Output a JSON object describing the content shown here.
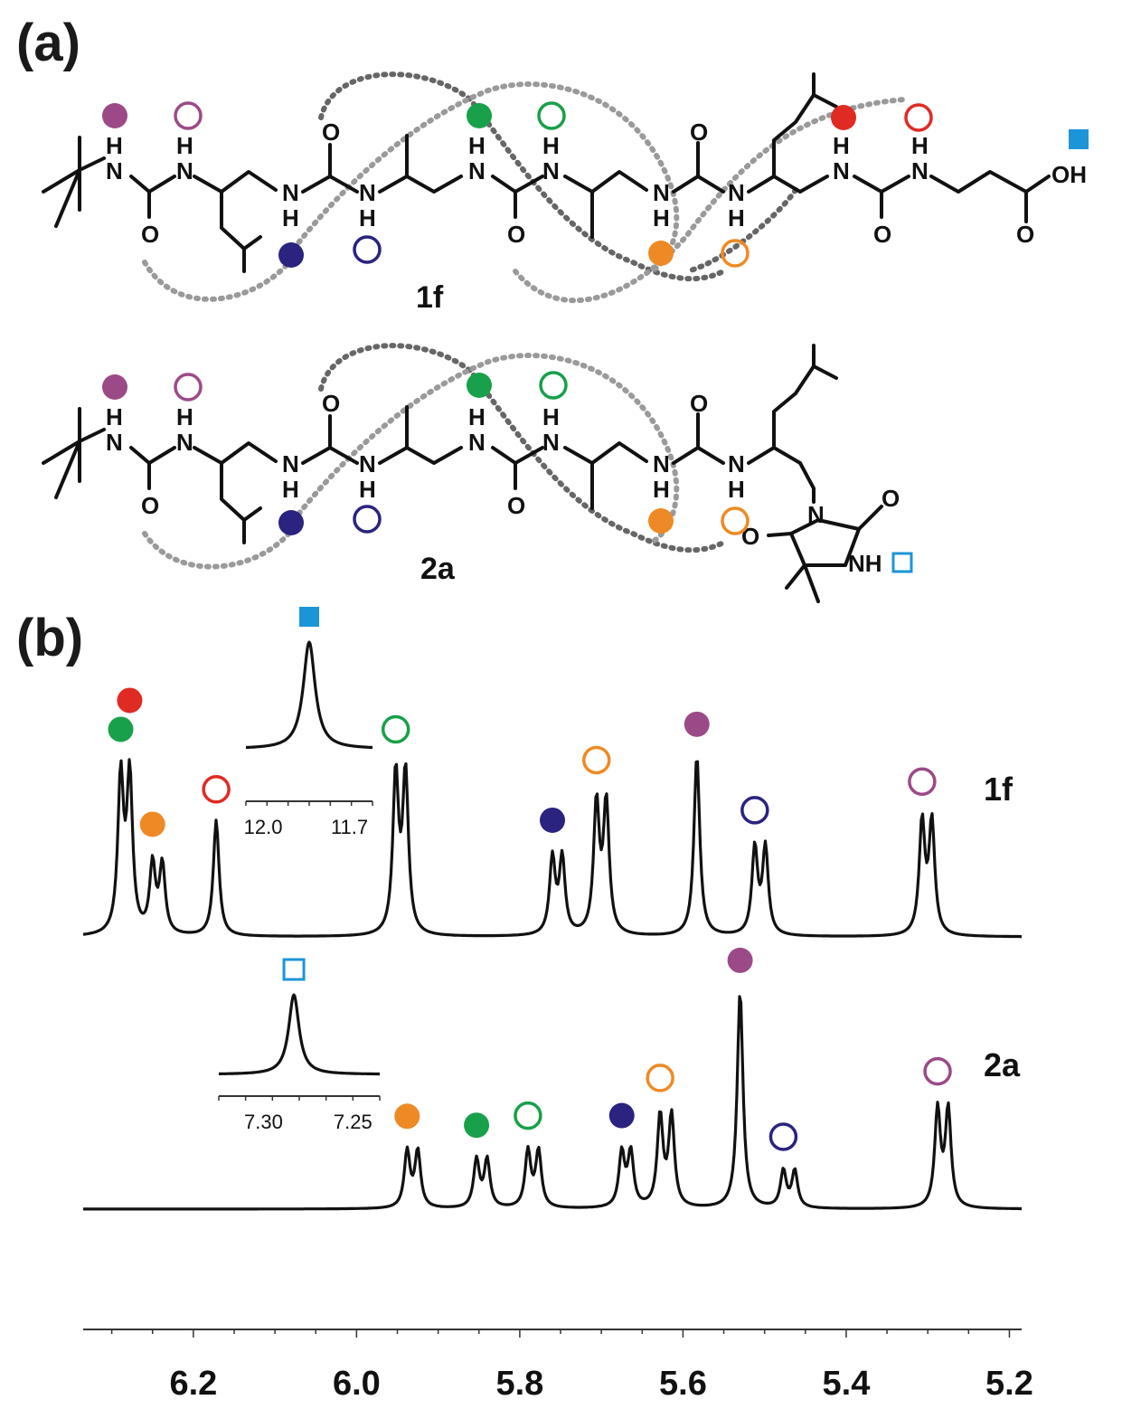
{
  "panels": {
    "a": "(a)",
    "b": "(b)"
  },
  "compounds": {
    "c1": "1f",
    "c2": "2a"
  },
  "atoms": {
    "H": "H",
    "N": "N",
    "O": "O",
    "OH": "OH",
    "NH": "NH"
  },
  "colors": {
    "purple": "#9c4a87",
    "navy": "#2a237f",
    "green": "#18a04a",
    "orange": "#ee8a25",
    "red": "#e02a24",
    "cyan": "#1b95d8"
  },
  "chart_data": {
    "type": "line",
    "xlabel": "",
    "ylabel": "",
    "xlim": [
      6.335,
      5.185
    ],
    "x_ticks": [
      6.2,
      6.0,
      5.8,
      5.6,
      5.4,
      5.2
    ],
    "tick_labels": [
      "6.2",
      "6.0",
      "5.8",
      "5.6",
      "5.4",
      "5.2"
    ],
    "series": [
      {
        "name": "1f",
        "peaks": [
          {
            "x": 6.289,
            "h": 0.86,
            "marker": "green-filled"
          },
          {
            "x": 6.278,
            "h": 0.86,
            "marker": "red-filled"
          },
          {
            "x": 6.25,
            "h": 0.38,
            "marker": "orange-filled"
          },
          {
            "x": 6.238,
            "h": 0.38
          },
          {
            "x": 6.172,
            "h": 0.64,
            "marker": "red-open"
          },
          {
            "x": 5.952,
            "h": 0.88,
            "marker": "green-open"
          },
          {
            "x": 5.94,
            "h": 0.88
          },
          {
            "x": 5.76,
            "h": 0.42,
            "marker": "navy-filled"
          },
          {
            "x": 5.748,
            "h": 0.42
          },
          {
            "x": 5.706,
            "h": 0.72,
            "marker": "orange-open"
          },
          {
            "x": 5.694,
            "h": 0.72
          },
          {
            "x": 5.583,
            "h": 1.0,
            "marker": "purple-filled"
          },
          {
            "x": 5.512,
            "h": 0.48,
            "marker": "navy-open"
          },
          {
            "x": 5.499,
            "h": 0.48
          },
          {
            "x": 5.307,
            "h": 0.62,
            "marker": "purple-open"
          },
          {
            "x": 5.295,
            "h": 0.62
          }
        ],
        "inset": {
          "marker": "cyan-filled-square",
          "x_ticks": [
            12.0,
            11.7
          ],
          "tick_labels": [
            "12.0",
            "11.7"
          ],
          "peak_x": 11.84
        }
      },
      {
        "name": "2a",
        "peaks": [
          {
            "x": 5.938,
            "h": 0.26,
            "marker": "orange-filled"
          },
          {
            "x": 5.925,
            "h": 0.26
          },
          {
            "x": 5.853,
            "h": 0.22,
            "marker": "green-filled"
          },
          {
            "x": 5.84,
            "h": 0.22
          },
          {
            "x": 5.79,
            "h": 0.26,
            "marker": "green-open"
          },
          {
            "x": 5.777,
            "h": 0.26
          },
          {
            "x": 5.675,
            "h": 0.25,
            "marker": "navy-filled"
          },
          {
            "x": 5.664,
            "h": 0.25
          },
          {
            "x": 5.628,
            "h": 0.42,
            "marker": "orange-open"
          },
          {
            "x": 5.614,
            "h": 0.42
          },
          {
            "x": 5.53,
            "h": 1.0,
            "marker": "purple-filled"
          },
          {
            "x": 5.477,
            "h": 0.17,
            "marker": "navy-open"
          },
          {
            "x": 5.463,
            "h": 0.17
          },
          {
            "x": 5.288,
            "h": 0.45,
            "marker": "purple-open"
          },
          {
            "x": 5.275,
            "h": 0.45
          }
        ],
        "inset": {
          "marker": "cyan-open-square",
          "x_ticks": [
            7.3,
            7.25
          ],
          "tick_labels": [
            "7.30",
            "7.25"
          ],
          "peak_x": 7.283
        }
      }
    ]
  }
}
